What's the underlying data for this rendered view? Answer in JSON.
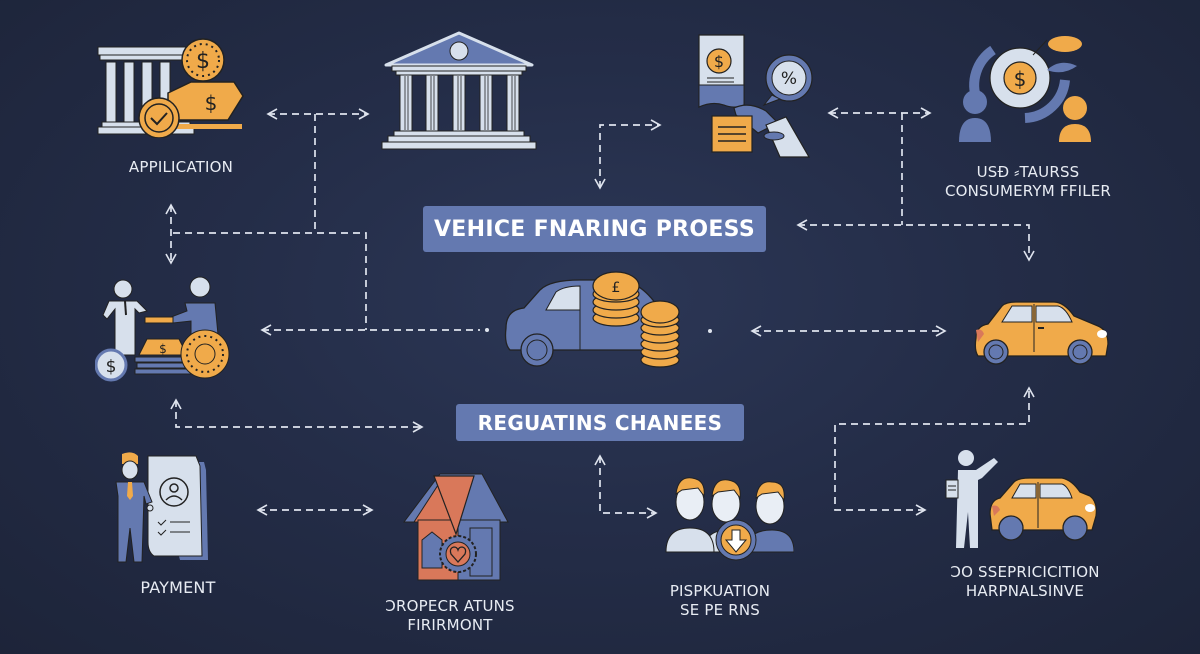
{
  "diagram": {
    "title": "VEHICE FNARING PROESS",
    "subtitle": "REGUATINS CHANEES",
    "colors": {
      "background": "#242d48",
      "banner": "#6479b0",
      "accent_orange": "#f0aa4a",
      "accent_blue": "#6479b0",
      "light": "#d7e0ec",
      "connector": "#dfe4ee",
      "house_orange": "#d9785a"
    },
    "nodes": [
      {
        "id": "application",
        "label": "APPILICATION",
        "icon": "bank-money-approval-icon"
      },
      {
        "id": "bank",
        "label": "",
        "icon": "bank-building-icon"
      },
      {
        "id": "loan-offer",
        "label": "",
        "icon": "loan-document-percent-icon"
      },
      {
        "id": "consumer",
        "line1": "USĐ ⸗TAURSS",
        "line2": "CONSUMERYM FFILER",
        "icon": "money-exchange-people-icon"
      },
      {
        "id": "dealer",
        "label": "",
        "icon": "dealer-handshake-money-icon"
      },
      {
        "id": "car-coins",
        "label": "",
        "icon": "car-with-coins-icon"
      },
      {
        "id": "car",
        "label": "",
        "icon": "car-icon"
      },
      {
        "id": "payment",
        "label": "PAYMENT",
        "icon": "person-document-icon"
      },
      {
        "id": "property",
        "line1": "ƆROPECR ATUNS",
        "line2": "FIRIRMONT",
        "icon": "house-medal-icon"
      },
      {
        "id": "population",
        "line1": "PISPKUATION",
        "line2": "SE PE RNS",
        "icon": "people-download-icon"
      },
      {
        "id": "inspection",
        "line1": "ƆO SSEPRICICITION",
        "line2": "HARPNALSINVE",
        "icon": "mechanic-car-icon"
      }
    ]
  }
}
